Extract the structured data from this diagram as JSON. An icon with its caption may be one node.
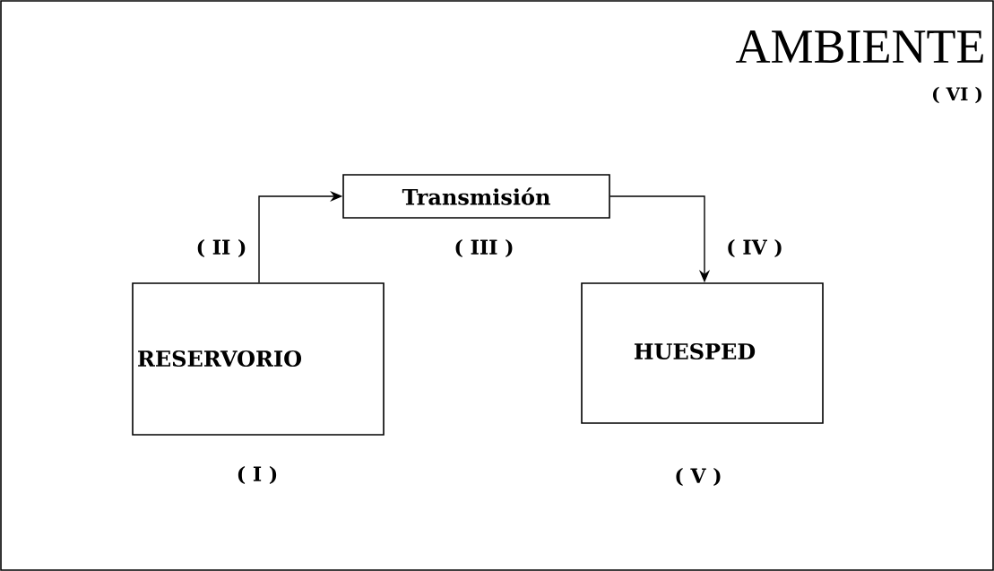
{
  "diagram": {
    "nodes": [
      {
        "text": [
          "AMBIENTE",
          "( VI )"
        ]
      },
      {
        "text": [
          "Transmisión"
        ],
        "in": 0,
        "beside": [
          "( III )"
        ]
      },
      {
        "text": [
          "RESERVORIO"
        ],
        "in": 0,
        "beside": [
          "( I )"
        ]
      },
      {
        "text": [
          "HUESPED"
        ],
        "in": 0,
        "beside": [
          "( V )"
        ]
      }
    ],
    "edges": [
      {
        "from": 2,
        "to": 1,
        "arrow": "to",
        "label": "( II )"
      },
      {
        "from": 1,
        "to": 3,
        "arrow": "to",
        "label": "( IV )"
      }
    ]
  }
}
